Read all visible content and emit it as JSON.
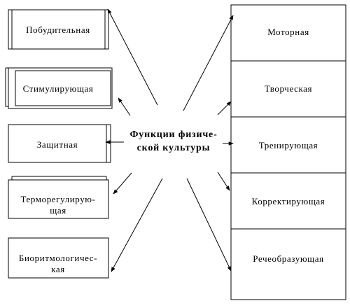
{
  "center": {
    "line1": "Функции физиче-",
    "line2": "ской культуры"
  },
  "left_boxes": [
    {
      "lines": [
        "Побудительная"
      ]
    },
    {
      "lines": [
        "Стимулирующая"
      ]
    },
    {
      "lines": [
        "Защитная"
      ]
    },
    {
      "lines": [
        "Терморегулирую-",
        "щая"
      ]
    },
    {
      "lines": [
        "Биоритмологичес-",
        "кая"
      ]
    }
  ],
  "right_column": [
    {
      "label": "Моторная"
    },
    {
      "label": "Творческая"
    },
    {
      "label": "Тренирующая"
    },
    {
      "label": "Корректирующая"
    },
    {
      "label": "Речеобразующая"
    }
  ]
}
